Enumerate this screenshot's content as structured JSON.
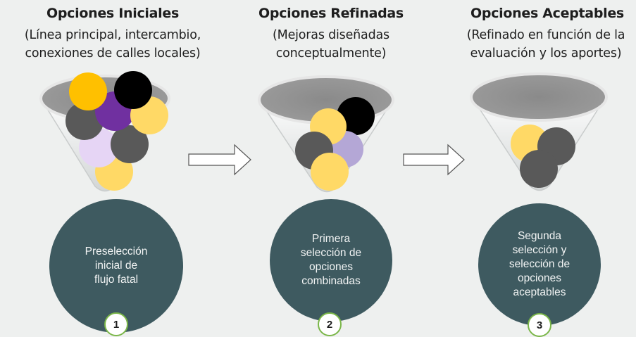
{
  "stages": [
    {
      "title": "Opciones Iniciales",
      "subtitle_lines": [
        "(Línea principal, intercambio,",
        "conexiones de calles locales)"
      ],
      "circle_lines": [
        "Preselección",
        "inicial de",
        "flujo fatal"
      ],
      "number": "1"
    },
    {
      "title": "Opciones Refinadas",
      "subtitle_lines": [
        "(Mejoras diseñadas",
        "conceptualmente)"
      ],
      "circle_lines": [
        "Primera",
        "selección de",
        "opciones",
        "combinadas"
      ],
      "number": "2"
    },
    {
      "title": "Opciones Aceptables",
      "subtitle_lines": [
        "(Refinado en función de la",
        "evaluación y los aportes)"
      ],
      "circle_lines": [
        "Segunda",
        "selección y",
        "selección de",
        "opciones",
        "aceptables"
      ],
      "number": "3"
    }
  ],
  "colors": {
    "background": "#eef0ef",
    "circle_fill": "#3e5a60",
    "badge_border": "#7ab648",
    "ball_yellow": "#ffc000",
    "ball_light_yellow": "#ffd966",
    "ball_black": "#000000",
    "ball_dark_gray": "#595959",
    "ball_purple": "#7030a0",
    "ball_light_purple": "#b4a7d6",
    "ball_lavender": "#e6d5f5"
  }
}
